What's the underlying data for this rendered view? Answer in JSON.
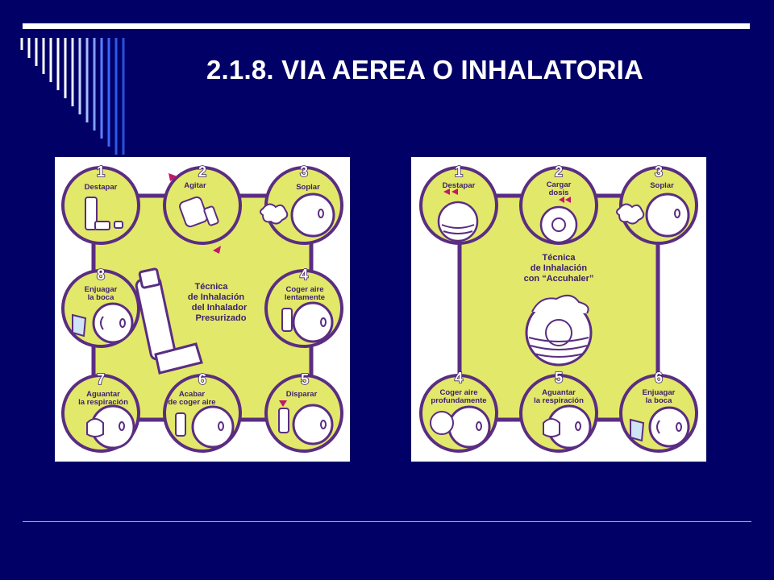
{
  "slide": {
    "title": "2.1.8. VIA AEREA O INHALATORIA"
  },
  "left_panel": {
    "center_title": [
      "Técnica",
      "de Inhalación",
      "del Inhalador",
      "Presurizado"
    ],
    "steps": [
      {
        "number": "1",
        "label": [
          "Destapar"
        ]
      },
      {
        "number": "2",
        "label": [
          "Agitar"
        ]
      },
      {
        "number": "3",
        "label": [
          "Soplar"
        ]
      },
      {
        "number": "4",
        "label": [
          "Coger aire",
          "lentamente"
        ]
      },
      {
        "number": "5",
        "label": [
          "Disparar"
        ]
      },
      {
        "number": "6",
        "label": [
          "Acabar",
          "de coger aire"
        ]
      },
      {
        "number": "7",
        "label": [
          "Aguantar",
          "la respiración"
        ]
      },
      {
        "number": "8",
        "label": [
          "Enjuagar",
          "la boca"
        ]
      }
    ]
  },
  "right_panel": {
    "center_title": [
      "Técnica",
      "de Inhalación",
      "con “Accuhaler”"
    ],
    "steps": [
      {
        "number": "1",
        "label": [
          "Destapar"
        ]
      },
      {
        "number": "2",
        "label": [
          "Cargar",
          "dosis"
        ]
      },
      {
        "number": "3",
        "label": [
          "Soplar"
        ]
      },
      {
        "number": "4",
        "label": [
          "Coger aire",
          "profundamente"
        ]
      },
      {
        "number": "5",
        "label": [
          "Aguantar",
          "la respiración"
        ]
      },
      {
        "number": "6",
        "label": [
          "Enjuagar",
          "la boca"
        ]
      }
    ]
  },
  "colors": {
    "background": "#000066",
    "circle_fill": "#e2e86a",
    "outline": "#5a2d82",
    "text": "#3d1e6d",
    "arrow": "#c2186b"
  },
  "icons": {
    "stripes": "decorative-stripes",
    "pressurized_inhaler": "inhaler-icon",
    "accuhaler": "accuhaler-disk-icon",
    "face": "face-icon"
  }
}
